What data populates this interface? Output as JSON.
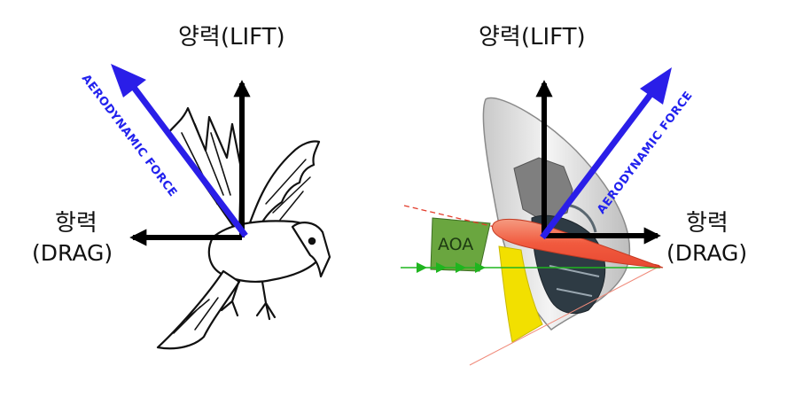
{
  "left_panel": {
    "lift_label": "양력(LIFT)",
    "drag_label_ko": "항력",
    "drag_label_en": "(DRAG)",
    "aero_label": "AERODYNAMIC FORCE"
  },
  "right_panel": {
    "lift_label": "양력(LIFT)",
    "drag_label_ko": "항력",
    "drag_label_en": "(DRAG)",
    "aero_label": "AERODYNAMIC FORCE",
    "aoa_label": "AOA"
  },
  "colors": {
    "vector_lift_drag": "#000000",
    "aerodynamic_force": "#2a1ee8",
    "airfoil": "#f26b4f",
    "aoa_fill": "#6aa63f",
    "airflow": "#1fb51f",
    "arc": "#f2e000"
  }
}
